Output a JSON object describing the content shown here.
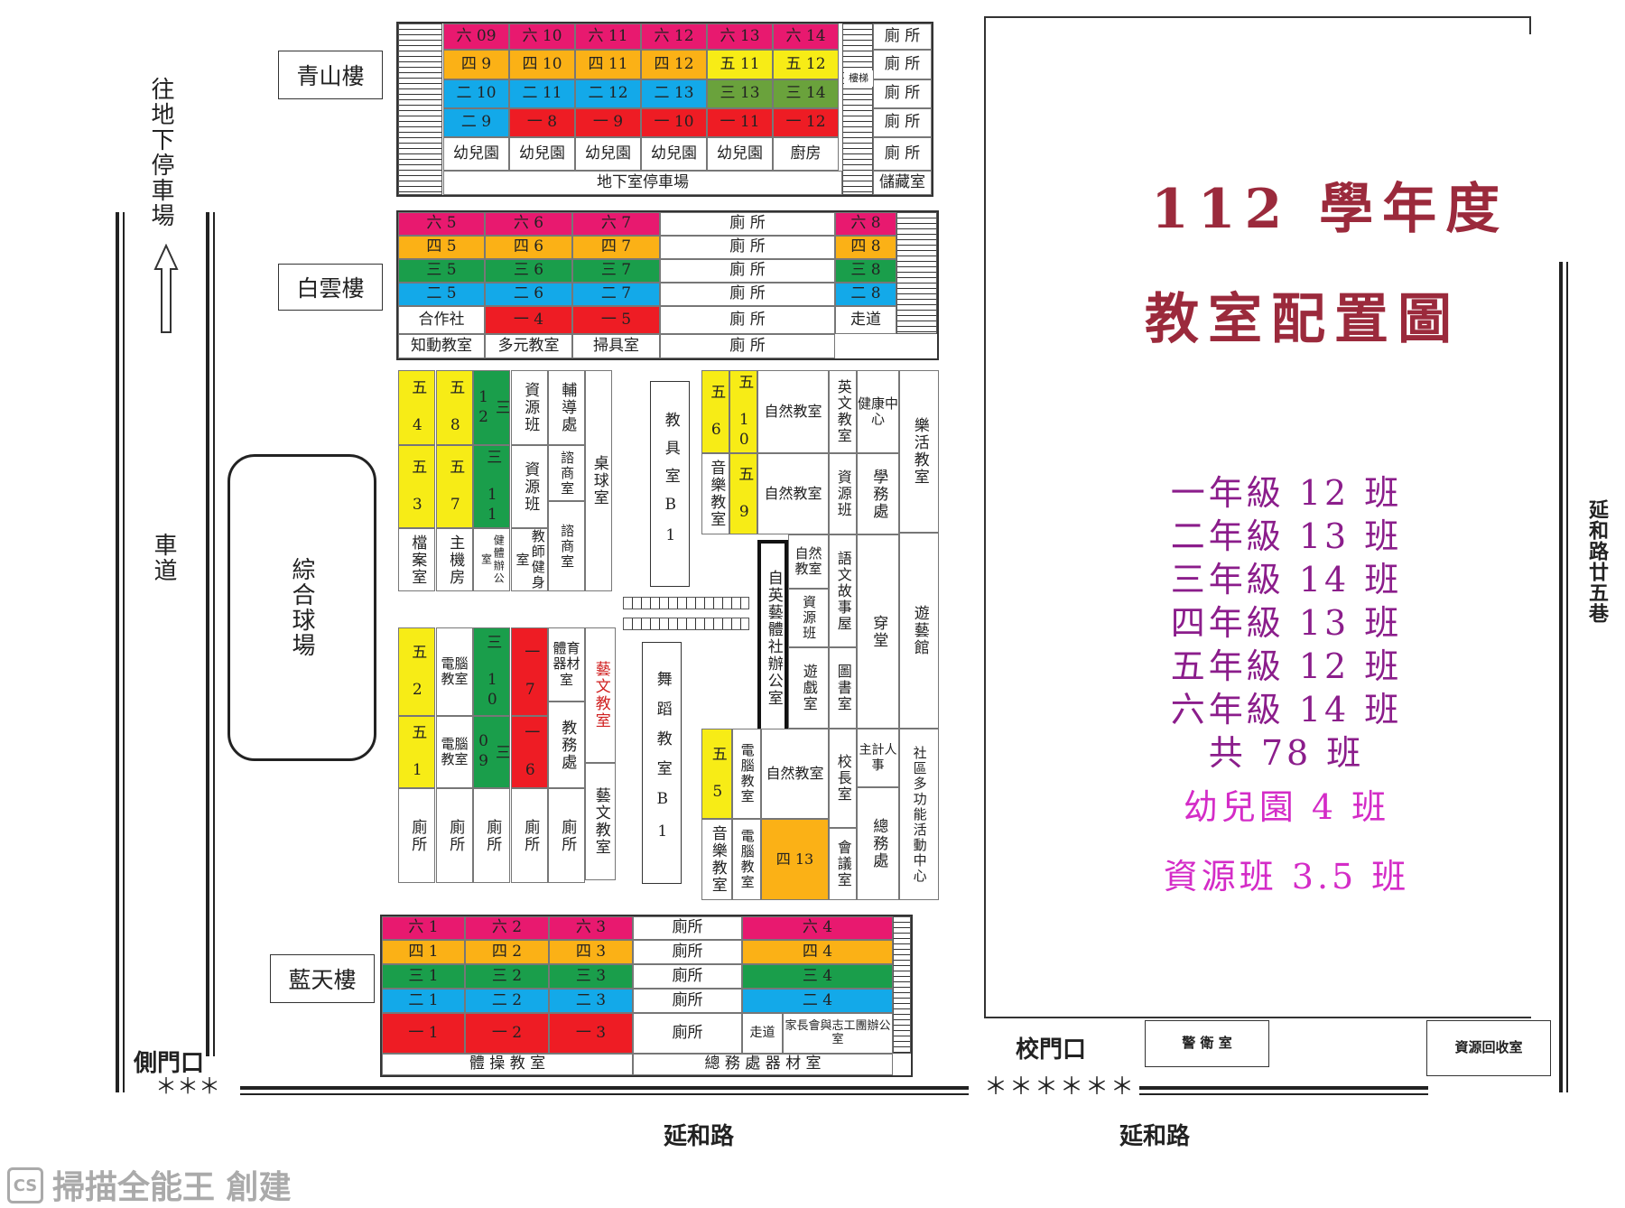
{
  "title": {
    "line1": "112 學年度",
    "line2": "教室配置圖"
  },
  "stats": {
    "grade1": "一年級 12 班",
    "grade2": "二年級 13 班",
    "grade3": "三年級 14 班",
    "grade4": "四年級 13 班",
    "grade5": "五年級 12 班",
    "grade6": "六年級 14 班",
    "total": "共 78 班",
    "kindergarten": "幼兒園 4 班",
    "resource": "資源班 3.5 班"
  },
  "colors": {
    "grade6": "#e8196f",
    "grade4": "#fbb116",
    "grade5": "#f7ec16",
    "grade2": "#13a9e9",
    "grade3": "#1a9e4b",
    "grade3_alt": "#6aa23c",
    "grade1": "#ee1c24",
    "title": "#9b2a3c",
    "stats": "#8b1d8b",
    "special": "#d42cc7"
  },
  "buildings": {
    "qingshan": "青山樓",
    "baiyun": "白雲樓",
    "lantian": "藍天樓"
  },
  "labels": {
    "to_parking": "往地下停車場",
    "driveway": "車道",
    "sports_field": "綜合球場",
    "side_gate": "側門口",
    "main_gate": "校門口",
    "guard_room": "警 衛 室",
    "recycling": "資源回收室",
    "road_left": "延和路",
    "road_right": "延和路",
    "lane": "延和路廿五巷",
    "stars_left": "＊＊＊",
    "stars_right": "＊＊＊＊＊＊",
    "watermark": "掃描全能王 創建",
    "watermark_logo": "CS"
  },
  "qingshan": {
    "row1": [
      "六 09",
      "六 10",
      "六 11",
      "六 12",
      "六 13",
      "六 14"
    ],
    "row2": [
      "四 9",
      "四 10",
      "四 11",
      "四 12",
      "五 11",
      "五 12"
    ],
    "row3": [
      "二 10",
      "二 11",
      "二 12",
      "二 13",
      "三 13",
      "三 14"
    ],
    "row4": [
      "二 9",
      "一 8",
      "一 9",
      "一 10",
      "一 11",
      "一 12"
    ],
    "row5": [
      "幼兒園",
      "幼兒園",
      "幼兒園",
      "幼兒園",
      "幼兒園",
      "廚房"
    ],
    "parking": "地下室停車場",
    "toilets": [
      "廁 所",
      "廁 所",
      "廁 所",
      "廁 所",
      "廁 所"
    ],
    "storage": "儲藏室",
    "stair_label": "樓梯"
  },
  "baiyun": {
    "row1": [
      "六 5",
      "六 6",
      "六 7",
      "廁 所",
      "六 8"
    ],
    "row2": [
      "四 5",
      "四 6",
      "四 7",
      "廁 所",
      "四 8"
    ],
    "row3": [
      "三 5",
      "三 6",
      "三 7",
      "廁 所",
      "三 8"
    ],
    "row4": [
      "二 5",
      "二 6",
      "二 7",
      "廁 所",
      "二 8"
    ],
    "row5": [
      "合作社",
      "一 4",
      "一 5",
      "廁 所",
      "走道"
    ],
    "row6": [
      "知動教室",
      "多元教室",
      "掃具室",
      "廁 所"
    ]
  },
  "center_block1": {
    "c1": [
      "五 4",
      "五 3",
      "檔案室"
    ],
    "c2": [
      "五 8",
      "五 7",
      "主機房"
    ],
    "c3": [
      "三 12",
      "三 11",
      "健體辦公室"
    ],
    "c4": [
      "資源班",
      "資源班",
      "教師健身室"
    ],
    "c5": [
      "輔導處",
      "諮商室",
      "諮商室"
    ],
    "c6": "桌球室"
  },
  "center_block2": {
    "c1": [
      "五 2",
      "五 1"
    ],
    "c2": [
      "電腦教室",
      "電腦教室"
    ],
    "c3": [
      "三 10",
      "三 09"
    ],
    "c4": [
      "一 7",
      "一 6"
    ],
    "c5": [
      "體育器材室",
      "教務處"
    ],
    "c6": [
      "藝文教室",
      "藝文教室"
    ],
    "toilets": [
      "廁所",
      "廁所",
      "廁所",
      "廁所",
      "廁所"
    ]
  },
  "middle": {
    "equipment": "教具室B1",
    "dance": "舞蹈教室B1",
    "club_office": "自英藝體社辦公室"
  },
  "right_block": {
    "r1": [
      "五 6",
      "五 10",
      "自然教室",
      "英文教室",
      "健康中心",
      "樂活教室"
    ],
    "r2": [
      "音樂教室",
      "五 9",
      "自然教室",
      "資源班",
      "學務處"
    ],
    "r3": [
      "自然教室",
      "語文故事屋",
      "穿堂",
      "遊藝館"
    ],
    "r3b": [
      "資源班",
      "遊戲室",
      "圖書室"
    ],
    "r4": [
      "五 5",
      "電腦教室",
      "自然教室",
      "校長室",
      "主計人事",
      "社區多功能活動中心"
    ],
    "r5": [
      "音樂教室",
      "電腦教室",
      "四 13",
      "會議室",
      "總務處"
    ]
  },
  "lantian": {
    "row1": [
      "六 1",
      "六 2",
      "六 3",
      "廁所",
      "六 4"
    ],
    "row2": [
      "四 1",
      "四 2",
      "四 3",
      "廁所",
      "四 4"
    ],
    "row3": [
      "三 1",
      "三 2",
      "三 3",
      "廁所",
      "三 4"
    ],
    "row4": [
      "二 1",
      "二 2",
      "二 3",
      "廁所",
      "二 4"
    ],
    "row5": [
      "一 1",
      "一 2",
      "一 3",
      "廁所",
      "走道",
      "家長會與志工團辦公室"
    ],
    "gym": "體 操 教 室",
    "storage": "總 務 處 器 材 室"
  }
}
